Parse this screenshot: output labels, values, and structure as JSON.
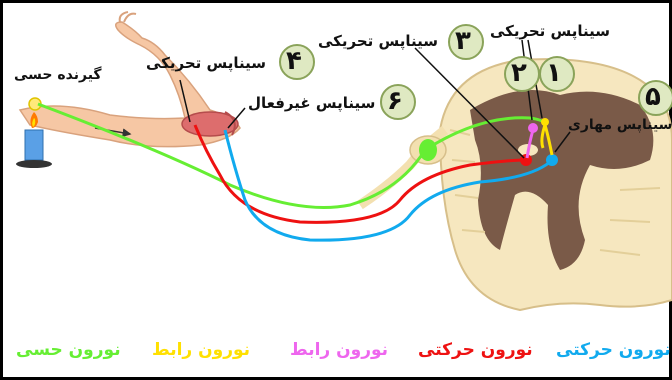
{
  "labels": {
    "receptor": "گیرنده حسی",
    "synapse_4": "سیناپس تحریکی",
    "synapse_6": "سیناپس غیرفعال",
    "synapse_3": "سیناپس تحریکی",
    "synapse_top": "سیناپس تحریکی",
    "synapse_5": "سیناپس مهاری"
  },
  "numbers": {
    "n1": "۱",
    "n2": "۲",
    "n3": "۳",
    "n4": "۴",
    "n5": "۵",
    "n6": "۶"
  },
  "legend": {
    "sensory": "نورون حسی",
    "interneuron_yellow": "نورون رابط",
    "interneuron_pink": "نورون رابط",
    "motor_red": "نورون حرکتی",
    "motor_blue": "نورون حرکتی"
  },
  "colors": {
    "sensory": "#66ee33",
    "interneuron_yellow": "#ffe000",
    "interneuron_pink": "#ee66ee",
    "motor_red": "#ee1111",
    "motor_blue": "#11aaee",
    "frame": "#000000",
    "spinal_cord": "#f6e7bf",
    "grey_matter": "#7a5a48",
    "skin": "#f6c7a4",
    "muscle": "#dd6d6d"
  }
}
